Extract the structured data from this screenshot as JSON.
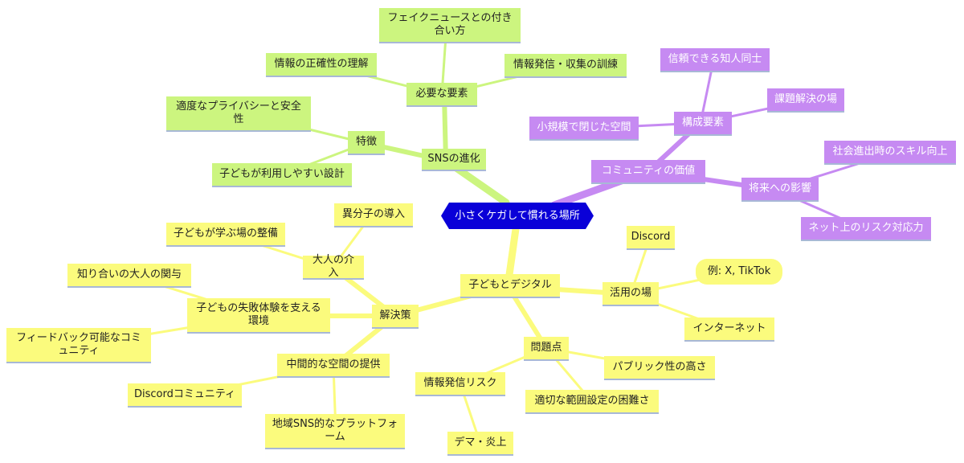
{
  "root": "小さくケガして慣れる場所",
  "colors": {
    "green": "#ccf57f",
    "purple": "#c68af2",
    "yellow": "#fbfb7d",
    "root": "#0a00d8"
  },
  "sns": {
    "label": "SNSの進化",
    "required": {
      "label": "必要な要素",
      "fake_news": "フェイクニュースとの付き合い方",
      "accuracy": "情報の正確性の理解",
      "training": "情報発信・収集の訓練"
    },
    "features": {
      "label": "特徴",
      "privacy": "適度なプライバシーと安全性",
      "child_design": "子どもが利用しやすい設計"
    }
  },
  "community": {
    "label": "コミュニティの価値",
    "components": {
      "label": "構成要素",
      "trusted": "信頼できる知人同士",
      "problem_solving": "課題解決の場",
      "small_closed": "小規模で閉じた空間"
    },
    "future": {
      "label": "将来への影響",
      "social_skills": "社会進出時のスキル向上",
      "net_risk": "ネット上のリスク対応力"
    }
  },
  "kids": {
    "label": "子どもとデジタル",
    "places": {
      "label": "活用の場",
      "discord": "Discord",
      "example": "例: X, TikTok",
      "internet": "インターネット"
    },
    "problems": {
      "label": "問題点",
      "public": "パブリック性の高さ",
      "scope": "適切な範囲設定の困難さ",
      "info_risk": {
        "label": "情報発信リスク",
        "flaming": "デマ・炎上"
      }
    },
    "solutions": {
      "label": "解決策",
      "adult": {
        "label": "大人の介入",
        "outsider": "異分子の導入",
        "learning_place": "子どもが学ぶ場の整備"
      },
      "failure": {
        "label": "子どもの失敗体験を支える環境",
        "acquaintance": "知り合いの大人の関与",
        "feedback": "フィードバック可能なコミュニティ"
      },
      "middle": {
        "label": "中間的な空間の提供",
        "discord_community": "Discordコミュニティ",
        "local_sns": "地域SNS的なプラットフォーム"
      }
    }
  }
}
